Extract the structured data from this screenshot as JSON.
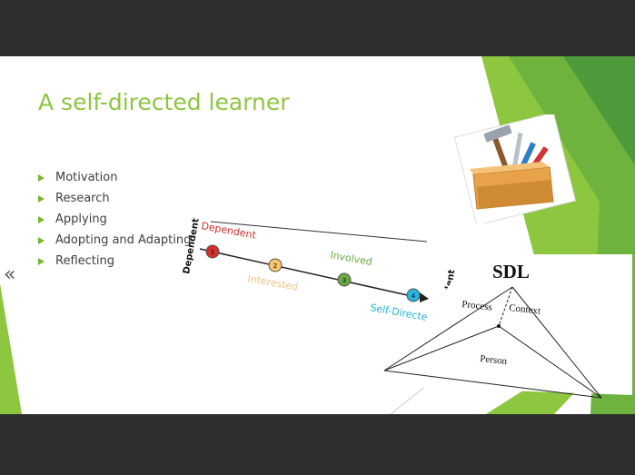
{
  "slide": {
    "title": "A self-directed learner",
    "bullets": [
      "Motivation",
      "Research",
      "Applying",
      "Adopting and Adapting",
      "Reflecting"
    ],
    "prev_glyph": "«"
  },
  "scale_diagram": {
    "axis_start_label": "Dependent",
    "axis_end_label": "Independent",
    "stages": [
      {
        "number": "1",
        "label": "Dependent",
        "color": "#d42e2e"
      },
      {
        "number": "2",
        "label": "Interested",
        "color": "#f5c46b"
      },
      {
        "number": "3",
        "label": "Involved",
        "color": "#6aa842"
      },
      {
        "number": "4",
        "label": "Self-Directed",
        "color": "#29b3df"
      }
    ]
  },
  "sdl_diagram": {
    "title": "SDL",
    "faces": [
      "Process",
      "Context",
      "Person"
    ]
  },
  "icons": [
    "toolbox-icon",
    "chevron-double-left-icon",
    "bullet-arrow-icon"
  ],
  "colors": {
    "accent_green": "#8dc63f",
    "dark_frame": "#2e2e2e"
  }
}
